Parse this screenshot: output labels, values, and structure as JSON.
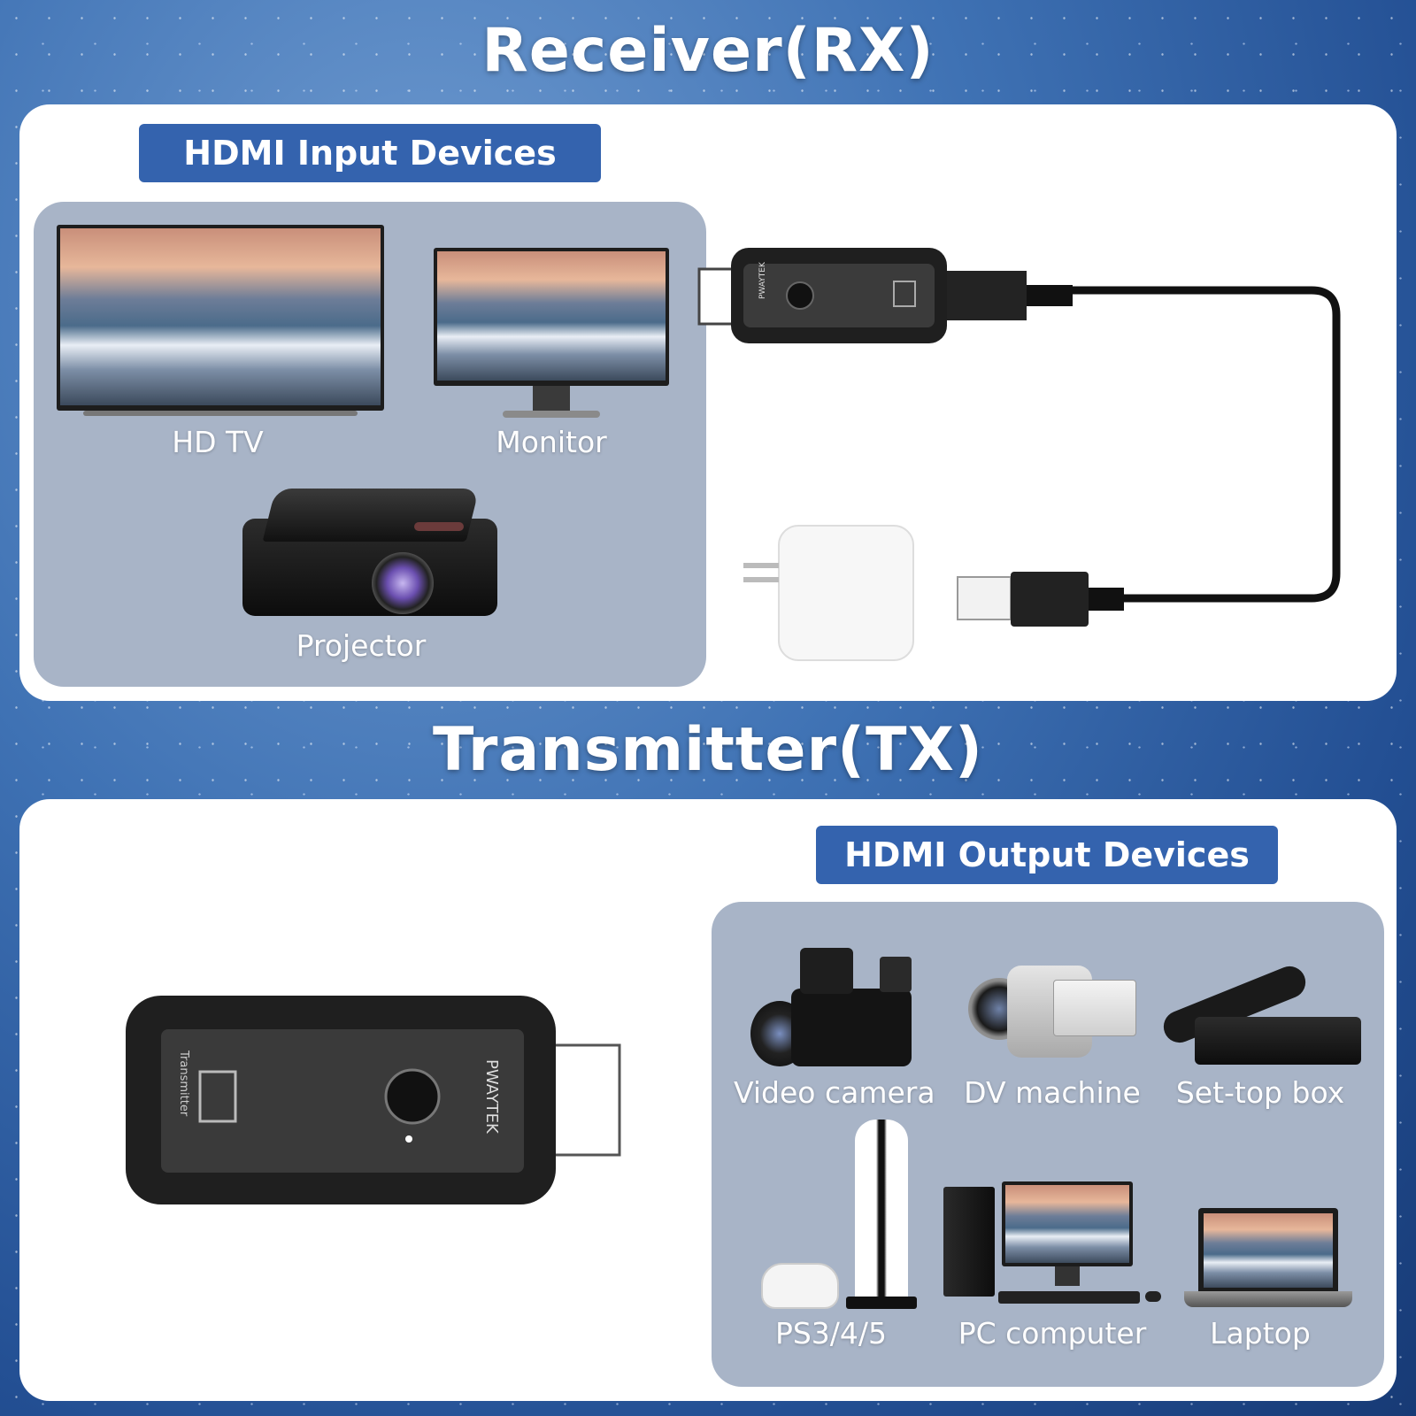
{
  "titles": {
    "receiver": "Receiver(RX)",
    "transmitter": "Transmitter(TX)"
  },
  "sections": {
    "input": {
      "heading": "HDMI Input Devices",
      "devices": [
        {
          "label": "HD TV",
          "icon": "tv-icon"
        },
        {
          "label": "Monitor",
          "icon": "monitor-icon"
        },
        {
          "label": "Projector",
          "icon": "projector-icon"
        }
      ]
    },
    "output": {
      "heading": "HDMI Output Devices",
      "devices": [
        {
          "label": "Video camera",
          "icon": "video-camera-icon"
        },
        {
          "label": "DV machine",
          "icon": "dv-camcorder-icon"
        },
        {
          "label": "Set-top box",
          "icon": "set-top-box-icon"
        },
        {
          "label": "PS3/4/5",
          "icon": "game-console-icon"
        },
        {
          "label": "PC computer",
          "icon": "pc-computer-icon"
        },
        {
          "label": "Laptop",
          "icon": "laptop-icon"
        }
      ]
    }
  },
  "receiver_device": {
    "brand": "PWAYTEK",
    "role": "Receiver",
    "icon": "hdmi-receiver-dongle"
  },
  "transmitter_device": {
    "brand": "PWAYTEK",
    "role": "Transmitter",
    "icon": "hdmi-transmitter-dongle"
  },
  "accessories": [
    {
      "icon": "power-adapter-icon"
    },
    {
      "icon": "usb-plug-icon"
    }
  ],
  "colors": {
    "banner": "#3463ae",
    "panel": "#a8b4c7",
    "card": "#ffffff",
    "background": "#2f5fa3",
    "device": "#2b2b2b"
  }
}
